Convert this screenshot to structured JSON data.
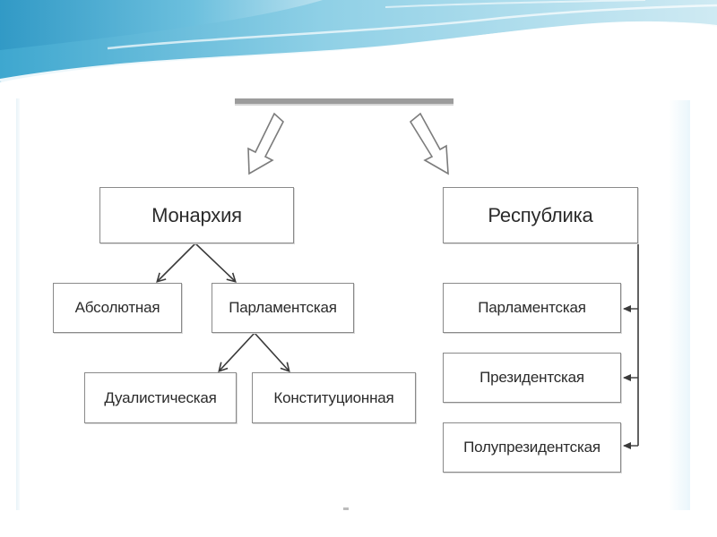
{
  "diagram": {
    "root": {
      "label": ""
    },
    "monarchy": {
      "label": "Монархия",
      "children": [
        {
          "label": "Абсолютная"
        },
        {
          "label": "Парламентская"
        }
      ],
      "parliamentary_children": [
        {
          "label": "Дуалистическая"
        },
        {
          "label": "Конституционная"
        }
      ]
    },
    "republic": {
      "label": "Республика",
      "children": [
        {
          "label": "Парламентская"
        },
        {
          "label": "Президентская"
        },
        {
          "label": "Полупрезидентская"
        }
      ]
    }
  },
  "colors": {
    "box_border": "#8a8a8a",
    "text": "#2b2b2b",
    "line": "#3a3a3a",
    "banner_light": "#cfeaf3",
    "banner_mid": "#8fd0e6",
    "banner_dark": "#3ea7cf"
  }
}
